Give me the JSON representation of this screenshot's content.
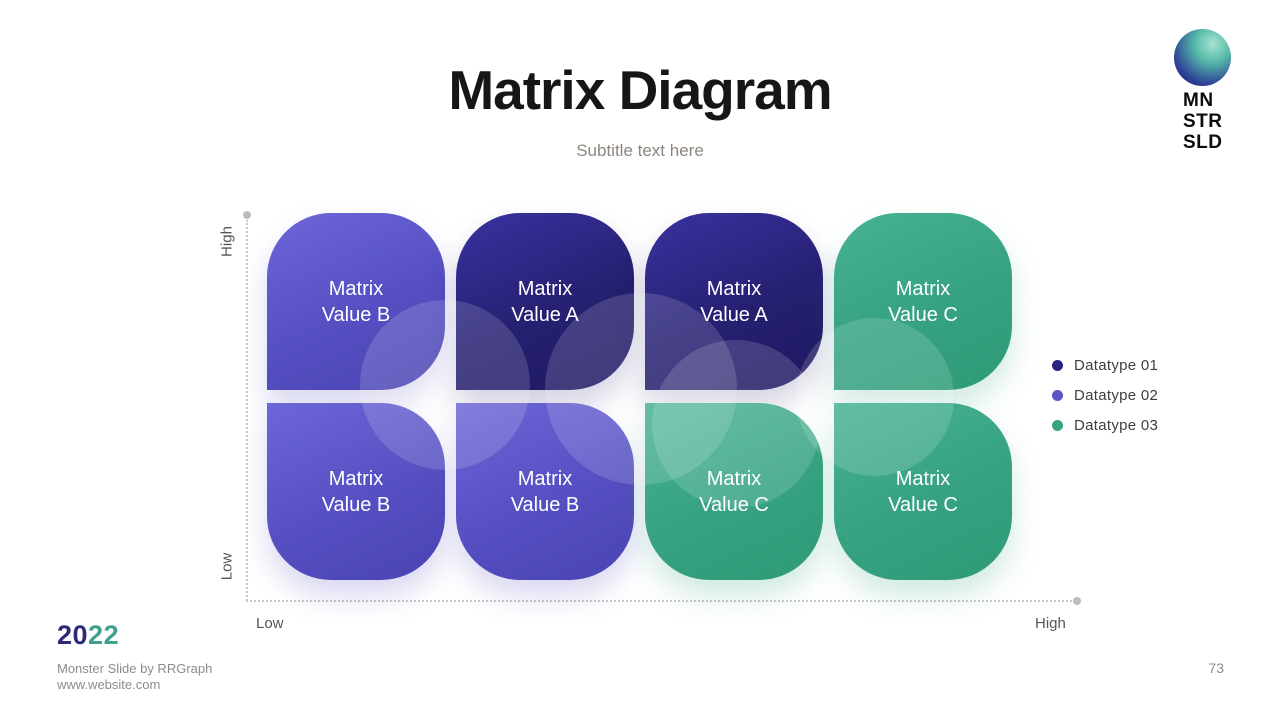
{
  "slide": {
    "title": "Matrix Diagram",
    "subtitle": "Subtitle text here",
    "page_number": "73"
  },
  "logo": {
    "line1": "MN",
    "line2": "STR",
    "line3": "SLD"
  },
  "footer": {
    "year_part1": "20",
    "year_part2": "22",
    "year_color1": "#2d2b77",
    "year_color2": "#3fa08d",
    "credit": "Monster Slide  by RRGraph",
    "website": "www.website.com"
  },
  "axes": {
    "y_top": "High",
    "y_bottom": "Low",
    "x_left": "Low",
    "x_right": "High"
  },
  "legend": {
    "items": [
      {
        "label": "Datatype  01",
        "color": "#2a2480",
        "dot_style": "background:#2a2480"
      },
      {
        "label": "Datatype  02",
        "color": "#5b54c6",
        "dot_style": "background:#5b54c6"
      },
      {
        "label": "Datatype  03",
        "color": "#35a484",
        "dot_style": "background:#35a484"
      }
    ]
  },
  "matrix": {
    "rows": 2,
    "cols": 4,
    "tiles": [
      {
        "line1": "Matrix",
        "line2": "Value B",
        "datatype": "Datatype 02",
        "color": "#5b54c6",
        "row": 1,
        "col": 1
      },
      {
        "line1": "Matrix",
        "line2": "Value A",
        "datatype": "Datatype 01",
        "color": "#2a2480",
        "row": 1,
        "col": 2
      },
      {
        "line1": "Matrix",
        "line2": "Value A",
        "datatype": "Datatype 01",
        "color": "#2a2480",
        "row": 1,
        "col": 3
      },
      {
        "line1": "Matrix",
        "line2": "Value C",
        "datatype": "Datatype 03",
        "color": "#35a484",
        "row": 1,
        "col": 4
      },
      {
        "line1": "Matrix",
        "line2": "Value B",
        "datatype": "Datatype 02",
        "color": "#5b54c6",
        "row": 2,
        "col": 1
      },
      {
        "line1": "Matrix",
        "line2": "Value B",
        "datatype": "Datatype 02",
        "color": "#5b54c6",
        "row": 2,
        "col": 2
      },
      {
        "line1": "Matrix",
        "line2": "Value C",
        "datatype": "Datatype 03",
        "color": "#35a484",
        "row": 2,
        "col": 3
      },
      {
        "line1": "Matrix",
        "line2": "Value C",
        "datatype": "Datatype 03",
        "color": "#35a484",
        "row": 2,
        "col": 4
      }
    ]
  }
}
